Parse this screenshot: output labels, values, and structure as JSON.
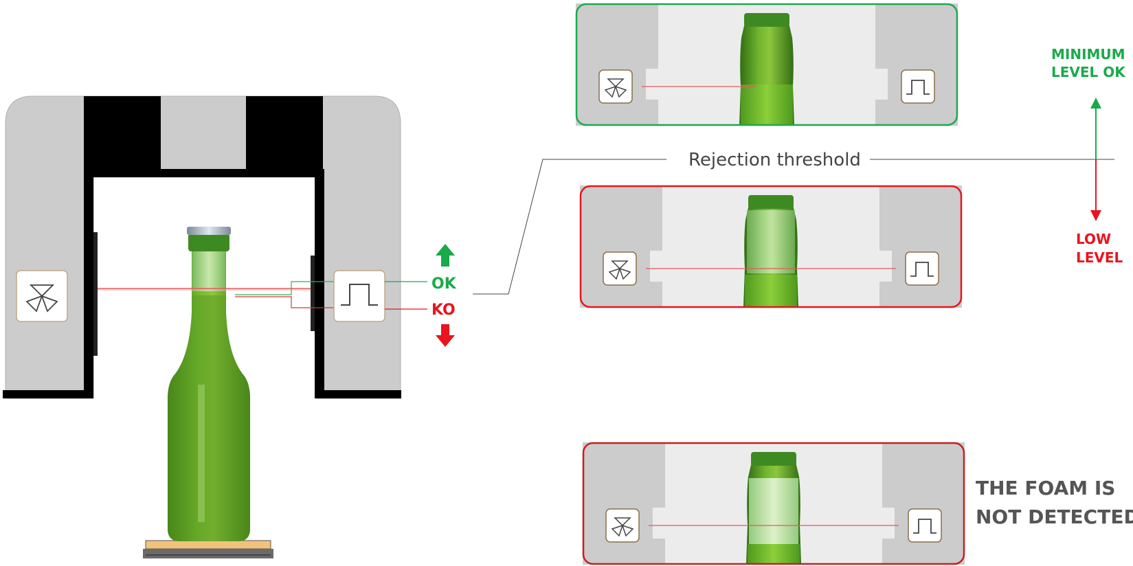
{
  "colors": {
    "ok_green": "#1aaa4a",
    "ko_red": "#e8141e",
    "frame_gray": "#cccccc",
    "frame_black": "#000000",
    "box_border": "#7a5c34",
    "bottle_green": "#5ea52a",
    "laser_red": "#e35a5a",
    "panel_inner": "#ececec"
  },
  "icons": {
    "emitter": "radiation-trefoil-icon",
    "receiver": "square-pulse-icon",
    "ok_arrow": "arrow-up-icon",
    "ko_arrow": "arrow-down-icon"
  },
  "labels": {
    "ok": "OK",
    "ko": "KO",
    "rejection_threshold": "Rejection threshold",
    "minimum_line1": "MINIMUM",
    "minimum_line2": "LEVEL OK",
    "low_line1": "LOW",
    "low_line2": "LEVEL",
    "foam_line1": "THE FOAM IS",
    "foam_line2": "NOT DETECTED"
  },
  "panels": [
    {
      "name": "level-ok",
      "status": "ok",
      "fill_above_beam": true
    },
    {
      "name": "low-level",
      "status": "ko",
      "fill_above_beam": false
    },
    {
      "name": "foam",
      "status": "ko",
      "fill_above_beam": false,
      "foam": true
    }
  ]
}
